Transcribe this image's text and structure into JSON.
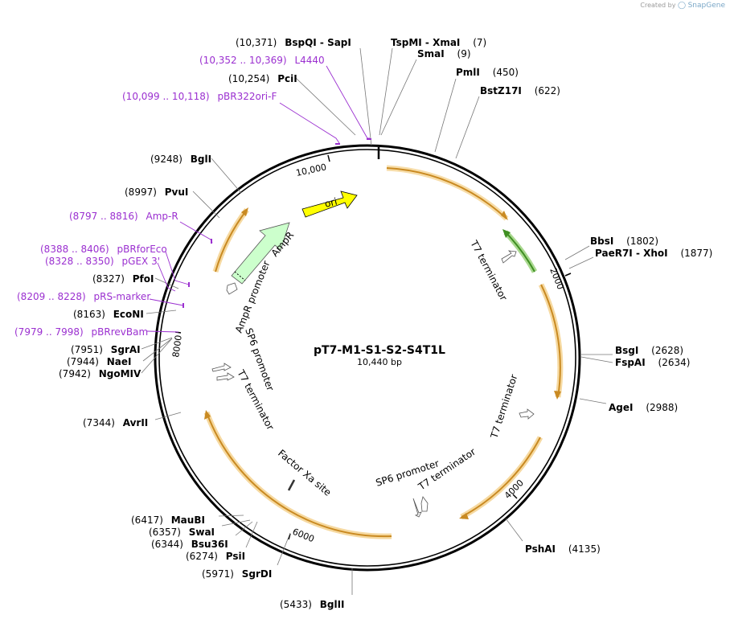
{
  "credit": {
    "prefix": "Created by",
    "brand": "SnapGene"
  },
  "plasmid": {
    "name": "pT7-M1-S1-S2-S4T1L",
    "length_label": "10,440 bp",
    "length": 10440
  },
  "colors": {
    "arrow_fill": "#d4922a",
    "arrow_glow": "#f6d9a0",
    "green": "#55aa33",
    "ori": "#ffff00",
    "ampr": "#ccffcc",
    "primer": "#9b30d0",
    "line": "#777777"
  },
  "ticks": [
    "2000",
    "4000",
    "6000",
    "8000",
    "10,000"
  ],
  "sites": [
    {
      "name": "BspQI - SapI",
      "pos": "(10,371)"
    },
    {
      "name": "TspMI - XmaI",
      "pos": "(7)"
    },
    {
      "name": "SmaI",
      "pos": "(9)"
    },
    {
      "name": "PmlI",
      "pos": "(450)"
    },
    {
      "name": "BstZ17I",
      "pos": "(622)"
    },
    {
      "name": "BbsI",
      "pos": "(1802)"
    },
    {
      "name": "PaeR7I - XhoI",
      "pos": "(1877)"
    },
    {
      "name": "BsgI",
      "pos": "(2628)"
    },
    {
      "name": "FspAI",
      "pos": "(2634)"
    },
    {
      "name": "AgeI",
      "pos": "(2988)"
    },
    {
      "name": "PshAI",
      "pos": "(4135)"
    },
    {
      "name": "BglII",
      "pos": "(5433)"
    },
    {
      "name": "SgrDI",
      "pos": "(5971)"
    },
    {
      "name": "PsiI",
      "pos": "(6274)"
    },
    {
      "name": "Bsu36I",
      "pos": "(6344)"
    },
    {
      "name": "SwaI",
      "pos": "(6357)"
    },
    {
      "name": "MauBI",
      "pos": "(6417)"
    },
    {
      "name": "AvrII",
      "pos": "(7344)"
    },
    {
      "name": "NgoMIV",
      "pos": "(7942)"
    },
    {
      "name": "NaeI",
      "pos": "(7944)"
    },
    {
      "name": "SgrAI",
      "pos": "(7951)"
    },
    {
      "name": "EcoNI",
      "pos": "(8163)"
    },
    {
      "name": "PfoI",
      "pos": "(8327)"
    },
    {
      "name": "PvuI",
      "pos": "(8997)"
    },
    {
      "name": "BglI",
      "pos": "(9248)"
    },
    {
      "name": "PciI",
      "pos": "(10,254)"
    }
  ],
  "primers": [
    {
      "name": "L4440",
      "pos": "(10,352 .. 10,369)"
    },
    {
      "name": "pBR322ori-F",
      "pos": "(10,099 .. 10,118)"
    },
    {
      "name": "Amp-R",
      "pos": "(8797 .. 8816)"
    },
    {
      "name": "pBRforEco",
      "pos": "(8388 .. 8406)"
    },
    {
      "name": "pGEX 3'",
      "pos": "(8328 .. 8350)"
    },
    {
      "name": "pRS-marker",
      "pos": "(8209 .. 8228)"
    },
    {
      "name": "pBRrevBam",
      "pos": "(7979 .. 7998)"
    }
  ],
  "features": [
    "T7 terminator",
    "T7 terminator",
    "SP6 promoter",
    "T7 terminator",
    "Factor Xa site",
    "T7 terminator",
    "SP6 promoter",
    "AmpR promoter",
    "AmpR",
    "ori"
  ]
}
